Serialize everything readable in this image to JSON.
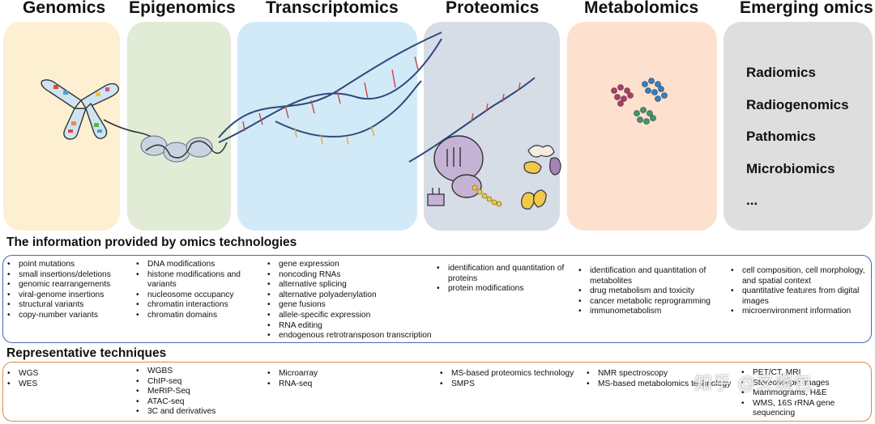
{
  "headers": [
    "Genomics",
    "Epigenomics",
    "Transcriptomics",
    "Proteomics",
    "Metabolomics",
    "Emerging omics"
  ],
  "emerging_list": [
    "Radiomics",
    "Radiogenomics",
    "Pathomics",
    "Microbiomics",
    "..."
  ],
  "info_title": "The information provided by omics technologies",
  "info_cols": [
    [
      "point mutations",
      "small insertions/deletions",
      "genomic rearrangements",
      "viral-genome insertions",
      "structural variants",
      "copy-number variants"
    ],
    [
      "DNA modifications",
      "histone modifications and variants",
      "nucleosome occupancy",
      "chromatin interactions",
      "chromatin domains"
    ],
    [
      "gene expression",
      "noncoding RNAs",
      "alternative splicing",
      "alternative polyadenylation",
      "gene fusions",
      "allele-specific expression",
      "RNA editing",
      "endogenous retrotransposon transcription"
    ],
    [
      "identification and quantitation of proteins",
      "protein modifications"
    ],
    [
      "identification and quantitation of metabolites",
      "drug metabolism and toxicity",
      "cancer metabolic reprogramming",
      "immunometabolism"
    ],
    [
      "cell composition, cell morphology, and spatial context",
      "quantitative features from digital images",
      "microenvironment information"
    ]
  ],
  "tech_title": "Representative techniques",
  "tech_cols": [
    [
      "WGS",
      "WES"
    ],
    [
      "WGBS",
      "ChIP-seq",
      "MeRIP-Seq",
      "ATAC-seq",
      "3C and derivatives"
    ],
    [
      "Microarray",
      "RNA-seq"
    ],
    [
      "MS-based proteomics technology",
      "SMPS"
    ],
    [
      "NMR spectroscopy",
      "MS-based metabolomics technology"
    ],
    [
      "PET/CT, MRI",
      "Stereoscopic images",
      "Mammograms, H&E",
      "WMS, 16S rRNA gene sequencing"
    ]
  ],
  "watermark": "知乎 @叉烧包",
  "colors": {
    "genomics": "#fdf0d2",
    "epigenomics": "#e1ebd6",
    "transcriptomics": "#d2e9f8",
    "proteomics": "#d6dde6",
    "metabolomics": "#fde0cd",
    "emerging": "#dedede",
    "info_border": "#4666b0",
    "tech_border": "#d98b3a"
  }
}
